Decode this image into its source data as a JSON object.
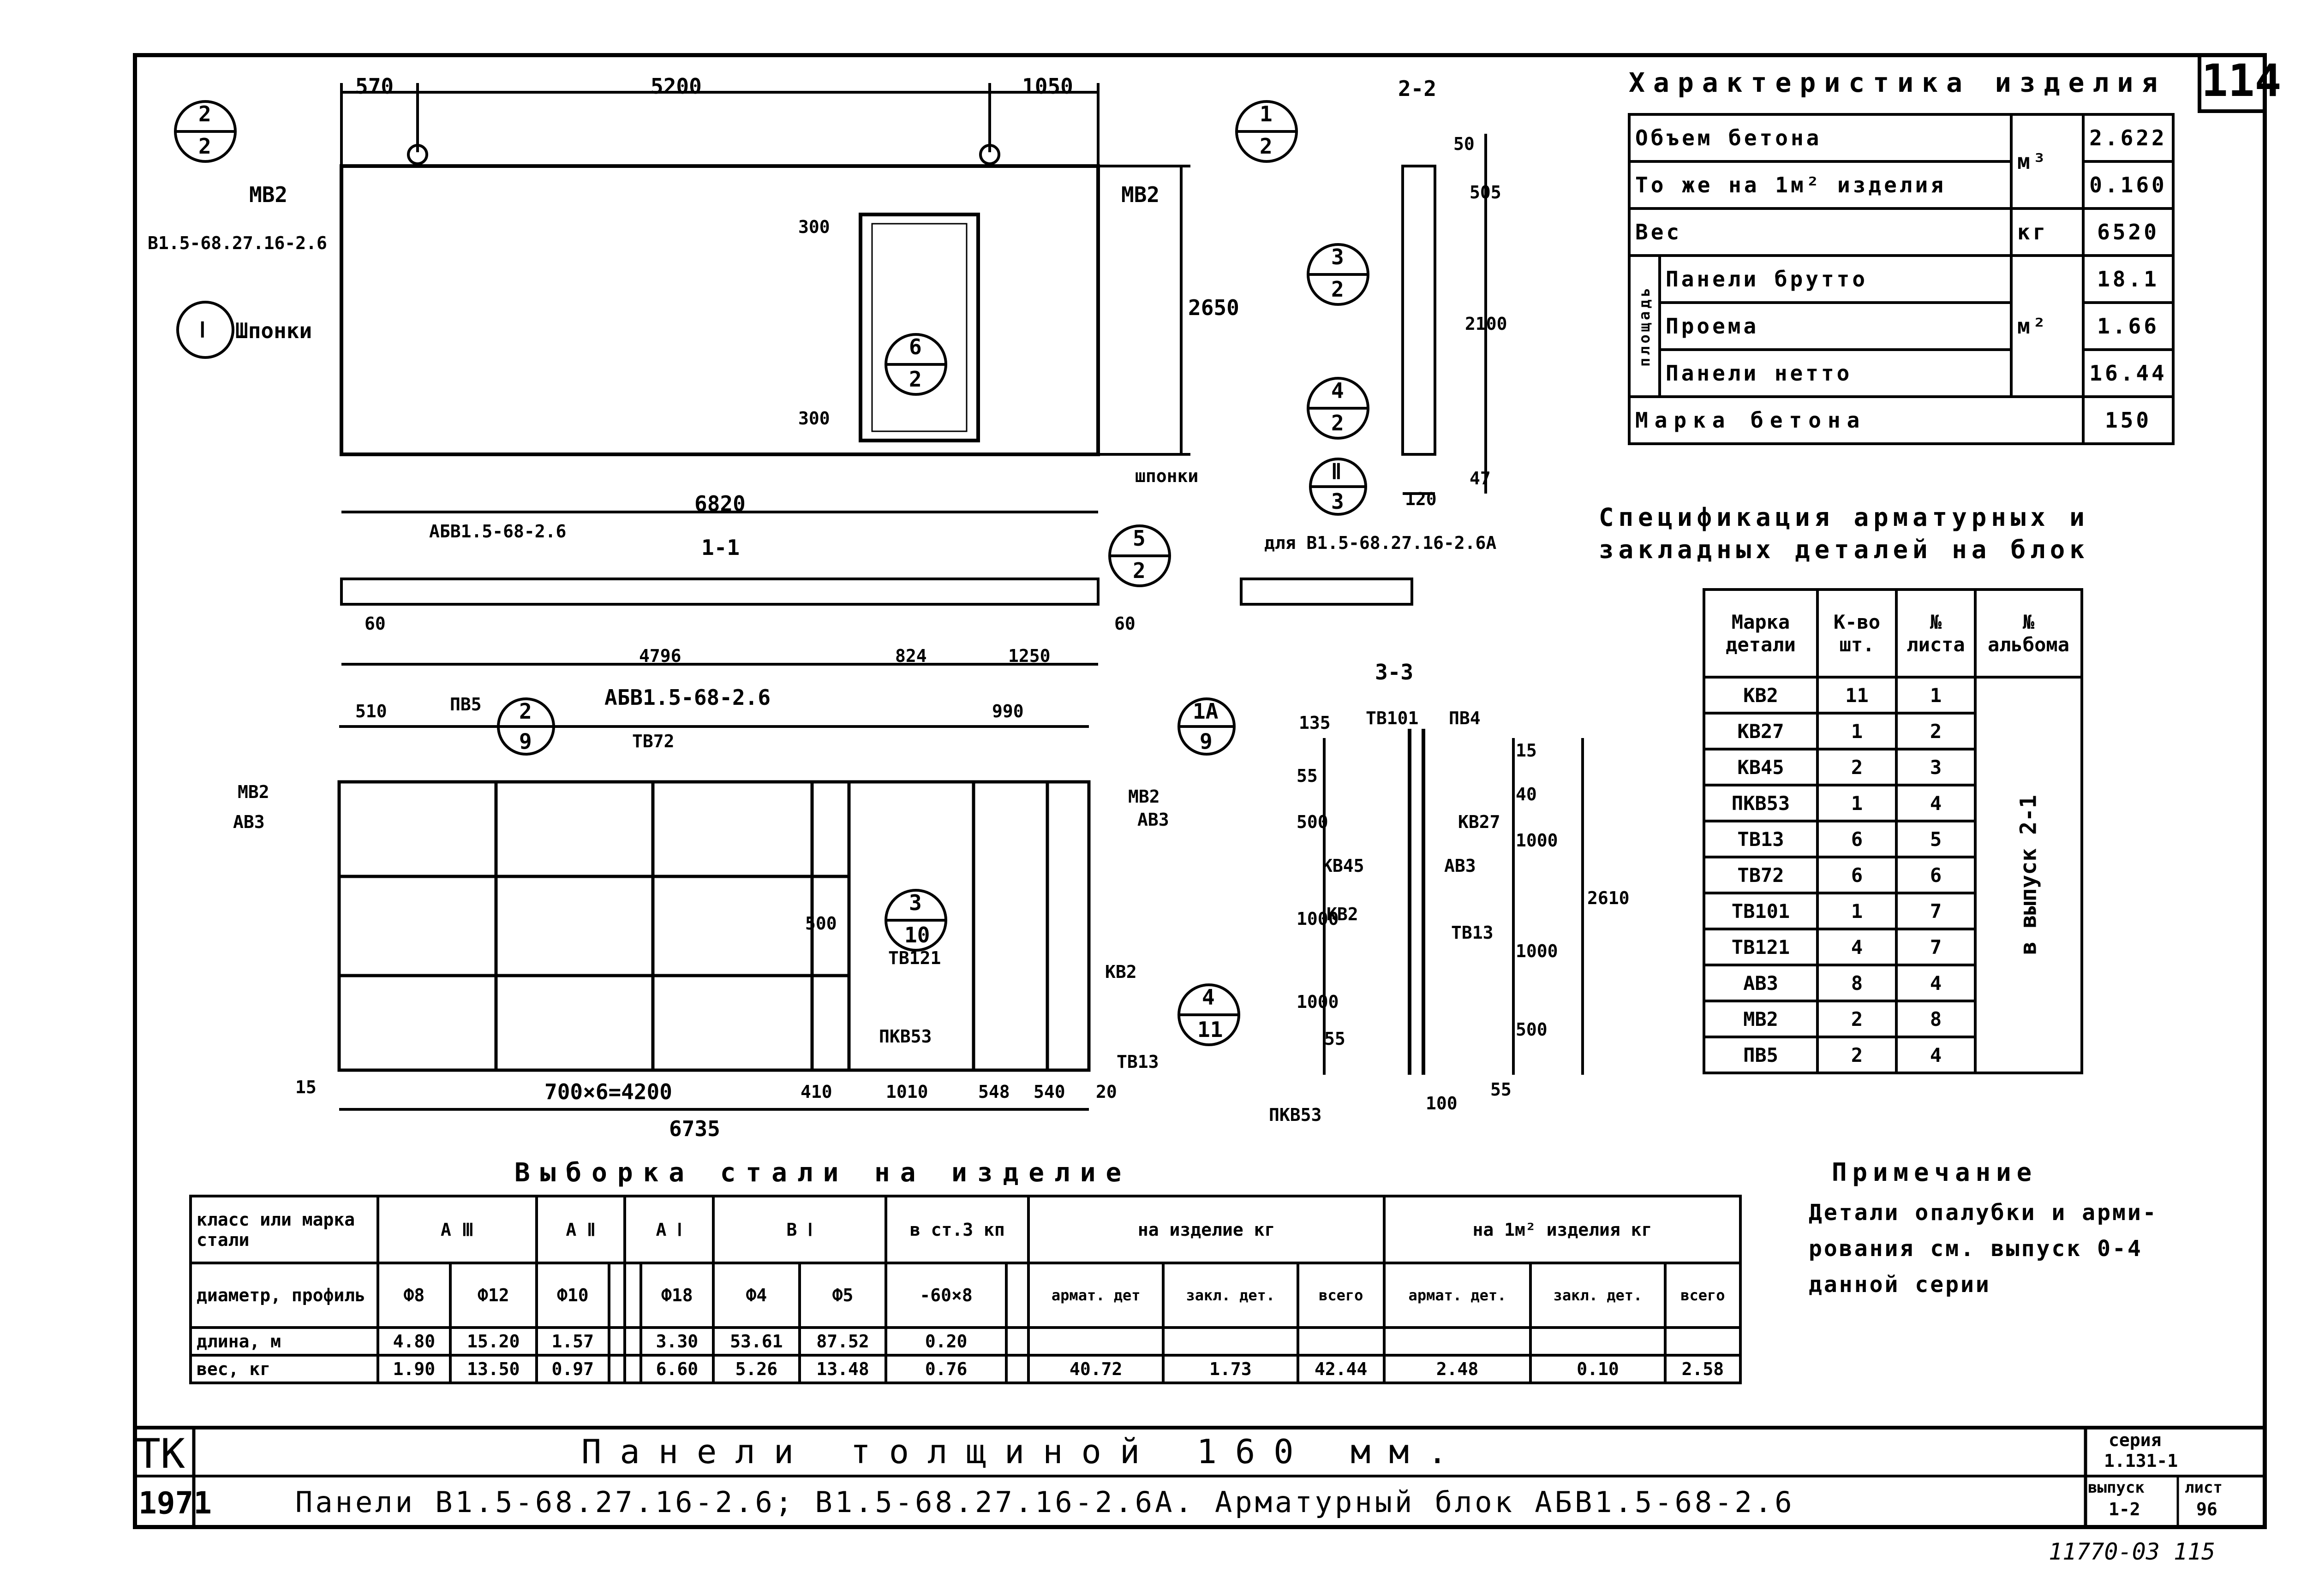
{
  "sheet": {
    "number": "114",
    "bottom_number": "11770-03 115"
  },
  "characteristics": {
    "title": "Характеристика изделия",
    "rows": [
      {
        "label": "Объем бетона",
        "unit": "м³",
        "value": "2.622"
      },
      {
        "label": "То же на 1м² изделия",
        "unit": "",
        "value": "0.160"
      },
      {
        "label": "Вес",
        "unit": "кг",
        "value": "6520"
      },
      {
        "label": "Панели брутто",
        "unit": "",
        "value": "18.1"
      },
      {
        "label": "Проема",
        "unit": "м²",
        "value": "1.66"
      },
      {
        "label": "Панели нетто",
        "unit": "",
        "value": "16.44"
      },
      {
        "label": "Марка бетона",
        "unit": "",
        "value": "150"
      }
    ],
    "area_group": "площадь"
  },
  "spec": {
    "title_line1": "Спецификация арматурных и",
    "title_line2": "закладных деталей на блок",
    "headers": [
      "Марка детали",
      "К-во шт.",
      "№ листа",
      "№ альбома"
    ],
    "rows": [
      [
        "КВ2",
        "11",
        "1"
      ],
      [
        "КВ27",
        "1",
        "2"
      ],
      [
        "КВ45",
        "2",
        "3"
      ],
      [
        "ПКВ53",
        "1",
        "4"
      ],
      [
        "ТВ13",
        "6",
        "5"
      ],
      [
        "ТВ72",
        "6",
        "6"
      ],
      [
        "ТВ101",
        "1",
        "7"
      ],
      [
        "ТВ121",
        "4",
        "7"
      ],
      [
        "АВ3",
        "8",
        "4"
      ],
      [
        "МВ2",
        "2",
        "8"
      ],
      [
        "ПВ5",
        "2",
        "4"
      ]
    ],
    "album": "в выпуск 2-1"
  },
  "note": {
    "title": "Примечание",
    "text": [
      "Детали опалубки и арми-",
      "рования см. выпуск 0-4",
      "данной серии"
    ]
  },
  "steel": {
    "title": "Выборка стали на изделие",
    "row_labels": [
      "класс или марка стали",
      "диаметр, профиль",
      "длина, м",
      "вес, кг"
    ],
    "classes": [
      "А Ⅲ",
      "А Ⅱ",
      "А Ⅰ",
      "В Ⅰ",
      "в ст.3 кп",
      "на изделие кг",
      "на 1м² изделия кг"
    ],
    "diams": [
      "Ф8",
      "Ф12",
      "Ф10",
      "",
      "",
      "Ф18",
      "Ф4",
      "Ф5",
      "-60×8",
      "",
      "армат. дет",
      "закл. дет.",
      "всего",
      "армат. дет.",
      "закл. дет.",
      "всего"
    ],
    "length": [
      "4.80",
      "15.20",
      "1.57",
      "",
      "",
      "3.30",
      "53.61",
      "87.52",
      "0.20",
      "",
      "",
      "",
      "",
      "",
      "",
      ""
    ],
    "weight": [
      "1.90",
      "13.50",
      "0.97",
      "",
      "",
      "6.60",
      "5.26",
      "13.48",
      "0.76",
      "",
      "40.72",
      "1.73",
      "42.44",
      "2.48",
      "0.10",
      "2.58"
    ]
  },
  "titleblock": {
    "tk": "ТК",
    "year": "1971",
    "line1": "Панели толщиной 160 мм.",
    "line2": "Панели В1.5-68.27.16-2.6; В1.5-68.27.16-2.6А. Арматурный блок АБВ1.5-68-2.6",
    "series_label": "серия",
    "series": "1.131-1",
    "issue_label": "выпуск",
    "issue": "1-2",
    "sheet_label": "лист",
    "sheet": "96"
  },
  "drawing": {
    "top_dims": [
      "570",
      "5200",
      "1050"
    ],
    "overall_len": "6820",
    "height": "2650",
    "opening_dims": [
      "300",
      "300"
    ],
    "labels": {
      "mv2": "МВ2",
      "panel": "В1.5-68.27.16-2.6",
      "keys": "Шпонки",
      "keys2": "шпонки",
      "abv": "АБВ1.5-68-2.6",
      "cut11": "1-1",
      "cut22": "2-2",
      "cut33": "3-3",
      "for_a": "для В1.5-68.27.16-2.6А"
    },
    "section_dims": [
      "60",
      "4796",
      "824",
      "1250",
      "60"
    ],
    "side_dims": [
      "50",
      "505",
      "2100",
      "47",
      "120"
    ],
    "cage_dims": [
      "510",
      "990",
      "15",
      "700×6=4200",
      "410",
      "1010",
      "548",
      "540",
      "20",
      "6735",
      "500"
    ],
    "cage_labels": [
      "ПВ5",
      "ТВ72",
      "АВ3",
      "МВ2",
      "ТВ121",
      "КВ2",
      "ПКВ53",
      "ТВ13"
    ],
    "s33_dims": [
      "135",
      "55",
      "500",
      "1000",
      "1000",
      "55",
      "15",
      "40",
      "1000",
      "1000",
      "500",
      "55",
      "100",
      "2610"
    ],
    "s33_labels": [
      "ТВ101",
      "ПВ4",
      "КВ27",
      "КВ45",
      "АВ3",
      "КВ2",
      "ТВ13",
      "ПКВ53"
    ],
    "callouts": [
      [
        "2",
        "2"
      ],
      [
        "1",
        "2"
      ],
      [
        "3",
        "2"
      ],
      [
        "6",
        "2"
      ],
      [
        "4",
        "2"
      ],
      [
        "Ⅱ",
        "3"
      ],
      [
        "5",
        "2"
      ],
      [
        "2",
        "9"
      ],
      [
        "1А",
        "9"
      ],
      [
        "3",
        "10"
      ],
      [
        "4",
        "11"
      ],
      [
        "Ⅰ",
        ""
      ]
    ]
  }
}
